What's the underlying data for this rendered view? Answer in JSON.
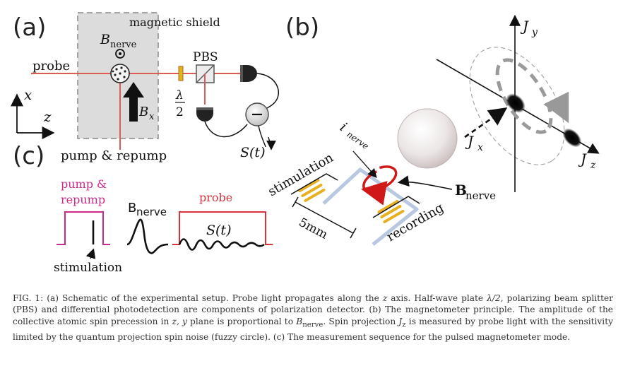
{
  "panels": {
    "a": "(a)",
    "b": "(b)",
    "c": "(c)"
  },
  "setup": {
    "magnetic_shield": "magnetic shield",
    "b_nerve_symbol": "B",
    "b_nerve_sub": "nerve",
    "probe": "probe",
    "pbs": "PBS",
    "lambda": "λ",
    "two": "2",
    "bx_symbol": "B",
    "bx_sub": "x",
    "x_axis": "x",
    "z_axis": "z",
    "pump_repump": "pump & repump",
    "signal": "S(t)"
  },
  "principle": {
    "jy_symbol": "J",
    "jy_sub": "y",
    "jx_symbol": "J",
    "jx_sub": "x",
    "jz_symbol": "J",
    "jz_sub": "z",
    "i_symbol": "i",
    "i_sub": "nerve",
    "bnerve_symbol": "B",
    "bnerve_sub": "nerve",
    "stimulation": "stimulation",
    "recording": "recording",
    "scale": "5mm"
  },
  "sequence": {
    "pump_line1": "pump &",
    "pump_line2": "repump",
    "bnerve_main": "B",
    "bnerve_sub": "nerve",
    "probe": "probe",
    "signal": "S(t)",
    "stimulation": "stimulation"
  },
  "colors": {
    "laser": "#e05a5a",
    "pump_pulse": "#cc2a8a",
    "probe_pulse": "#d8323c",
    "electrode": "#e8b020",
    "current_loop": "#e02020",
    "nerve": "#b8c8e0"
  },
  "caption": {
    "fig": "FIG. 1:",
    "p1": "(a) Schematic of the experimental setup. Probe light propagates along the ",
    "z": "z",
    "p2": " axis. Half-wave plate ",
    "lam": "λ/2",
    "p3": ", polarizing beam splitter (PBS) and differential photodetection are components of polarization detector. (b) The magnetometer principle. The amplitude of the collective atomic spin precession in ",
    "zy": "z, y",
    "p4": " plane is proportional to ",
    "bn": "B",
    "bn_sub": "nerve",
    "p5": ". Spin projection ",
    "jz": "J",
    "jz_sub": "z",
    "p6": " is measured by probe light with the sensitivity limited by the quantum projection spin noise (fuzzy circle). (c) The measurement sequence for the pulsed magnetometer mode."
  }
}
